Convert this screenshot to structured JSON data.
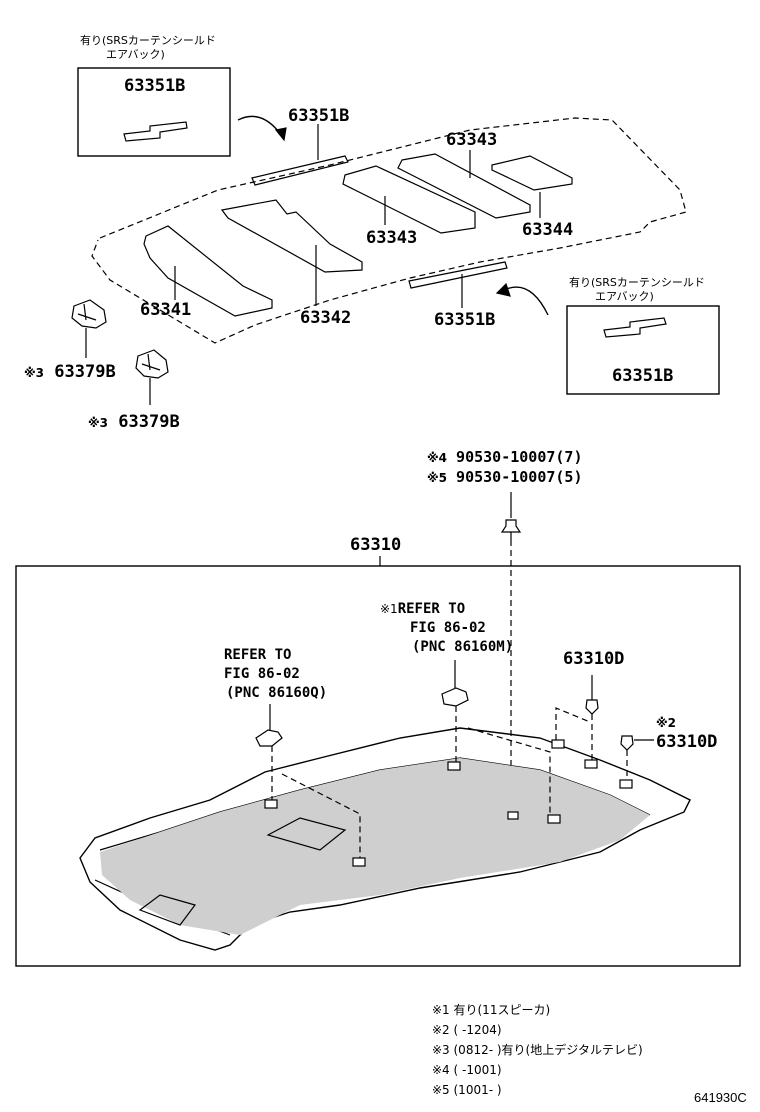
{
  "srs_note_top": {
    "line1": "有り(SRSカーテンシールド",
    "line2": "エアバック)"
  },
  "srs_note_right": {
    "line1": "有り(SRSカーテンシールド",
    "line2": "エアバック)"
  },
  "parts": {
    "p63351B_box_top": "63351B",
    "p63351B_main": "63351B",
    "p63343_a": "63343",
    "p63343_b": "63343",
    "p63344": "63344",
    "p63341": "63341",
    "p63342": "63342",
    "p63351B_lower": "63351B",
    "p63351B_box_right": "63351B",
    "p63379B_a": "63379B",
    "p63379B_b": "63379B",
    "p63310": "63310",
    "p63310D_a": "63310D",
    "p63310D_b": "63310D"
  },
  "marks": {
    "m3a": "※3",
    "m3b": "※3",
    "m4": "※4",
    "m5": "※5",
    "m1": "※1",
    "m2": "※2"
  },
  "bolts": {
    "b4": "90530-10007(7)",
    "b5": "90530-10007(5)"
  },
  "refs": {
    "ref_m": {
      "l1": "REFER TO",
      "l2": "FIG 86-02",
      "l3": "(PNC 86160M)"
    },
    "ref_q": {
      "l1": "REFER TO",
      "l2": "FIG 86-02",
      "l3": "(PNC 86160Q)"
    }
  },
  "notes": [
    "※1 有り(11スピーカ)",
    "※2 (      -1204)",
    "※3 (0812-      )有り(地上デジタルテレビ)",
    "※4 (      -1001)",
    "※5 (1001-      )"
  ],
  "figure_code": "641930C"
}
